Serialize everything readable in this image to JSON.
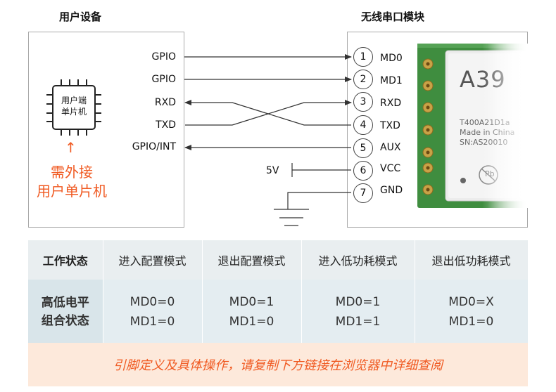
{
  "diagram": {
    "left_title": "用户设备",
    "right_title": "无线串口模块",
    "mcu_label": [
      "用户端",
      "单片机"
    ],
    "arrow": "↑",
    "mcu_note": [
      "需外接",
      "用户单片机"
    ],
    "left_pins": [
      "GPIO",
      "GPIO",
      "RXD",
      "TXD",
      "GPIO/INT"
    ],
    "right_pins": [
      {
        "num": "1",
        "name": "MD0"
      },
      {
        "num": "2",
        "name": "MD1"
      },
      {
        "num": "3",
        "name": "RXD"
      },
      {
        "num": "4",
        "name": "TXD"
      },
      {
        "num": "5",
        "name": "AUX"
      },
      {
        "num": "6",
        "name": "VCC"
      },
      {
        "num": "7",
        "name": "GND"
      }
    ],
    "vcc_label": "5V",
    "module": {
      "brand": "A39",
      "lines": [
        "T400A21D1a",
        "Made in China",
        "SN:AS20010"
      ],
      "pb_mark": "Pb"
    },
    "colors": {
      "accent": "#f05a22",
      "module_green": "#3f8d3f",
      "gold": "#c8a247"
    }
  },
  "table": {
    "header": [
      "工作状态",
      "进入配置模式",
      "退出配置模式",
      "进入低功耗模式",
      "退出低功耗模式"
    ],
    "row_label": [
      "高低电平",
      "组合状态"
    ],
    "cells": [
      [
        "MD0=0",
        "MD1=0"
      ],
      [
        "MD0=1",
        "MD1=0"
      ],
      [
        "MD0=1",
        "MD1=1"
      ],
      [
        "MD0=X",
        "MD1=0"
      ]
    ]
  },
  "footer": "引脚定义及具体操作，请复制下方链接在浏览器中详细查阅"
}
